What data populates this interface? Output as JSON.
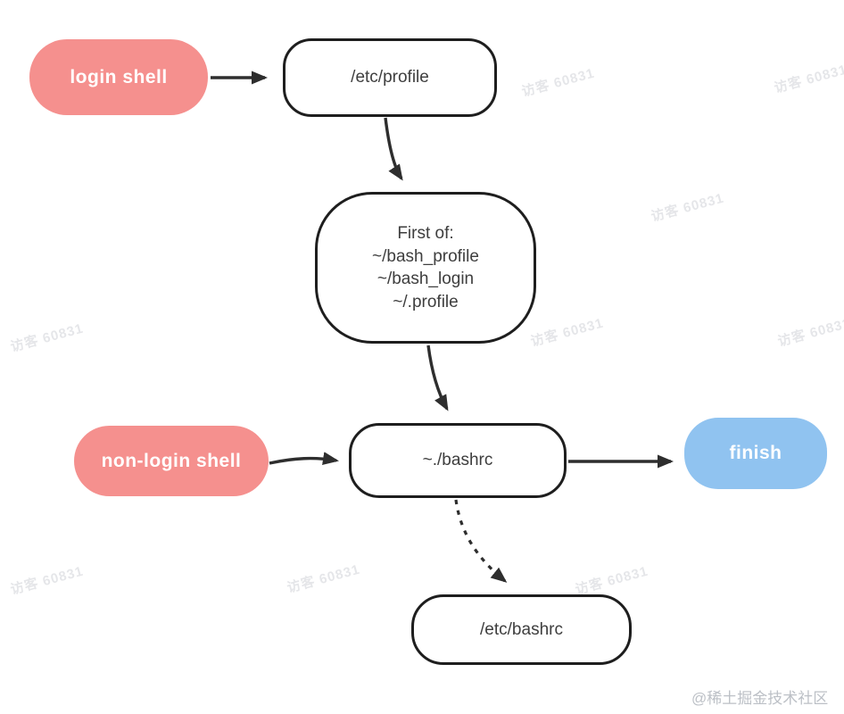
{
  "diagram": {
    "nodes": {
      "login_shell": {
        "label": "login shell",
        "fill": "#f5908e"
      },
      "etc_profile": {
        "label": "/etc/profile"
      },
      "first_of": {
        "lines": [
          "First of:",
          "~/bash_profile",
          "~/bash_login",
          "~/.profile"
        ]
      },
      "non_login_shell": {
        "label": "non-login shell",
        "fill": "#f5908e"
      },
      "bashrc": {
        "label": "~./bashrc"
      },
      "finish": {
        "label": "finish",
        "fill": "#90c3f0"
      },
      "etc_bashrc": {
        "label": "/etc/bashrc"
      }
    },
    "edges": [
      {
        "from": "login shell",
        "to": "/etc/profile",
        "style": "solid"
      },
      {
        "from": "/etc/profile",
        "to": "First of: ~/bash_profile ~/bash_login ~/.profile",
        "style": "solid"
      },
      {
        "from": "First of: ~/bash_profile ~/bash_login ~/.profile",
        "to": "~./bashrc",
        "style": "solid"
      },
      {
        "from": "non-login shell",
        "to": "~./bashrc",
        "style": "solid"
      },
      {
        "from": "~./bashrc",
        "to": "finish",
        "style": "solid"
      },
      {
        "from": "~./bashrc",
        "to": "/etc/bashrc",
        "style": "dashed"
      }
    ]
  },
  "watermark": {
    "text": "访客 60831"
  },
  "credit": {
    "text": "@稀土掘金技术社区"
  },
  "colors": {
    "node_pink": "#f5908e",
    "node_blue": "#90c3f0",
    "node_border": "#1e1e1e",
    "arrow": "#2e2e2e",
    "label_dark": "#3e3e3e"
  }
}
